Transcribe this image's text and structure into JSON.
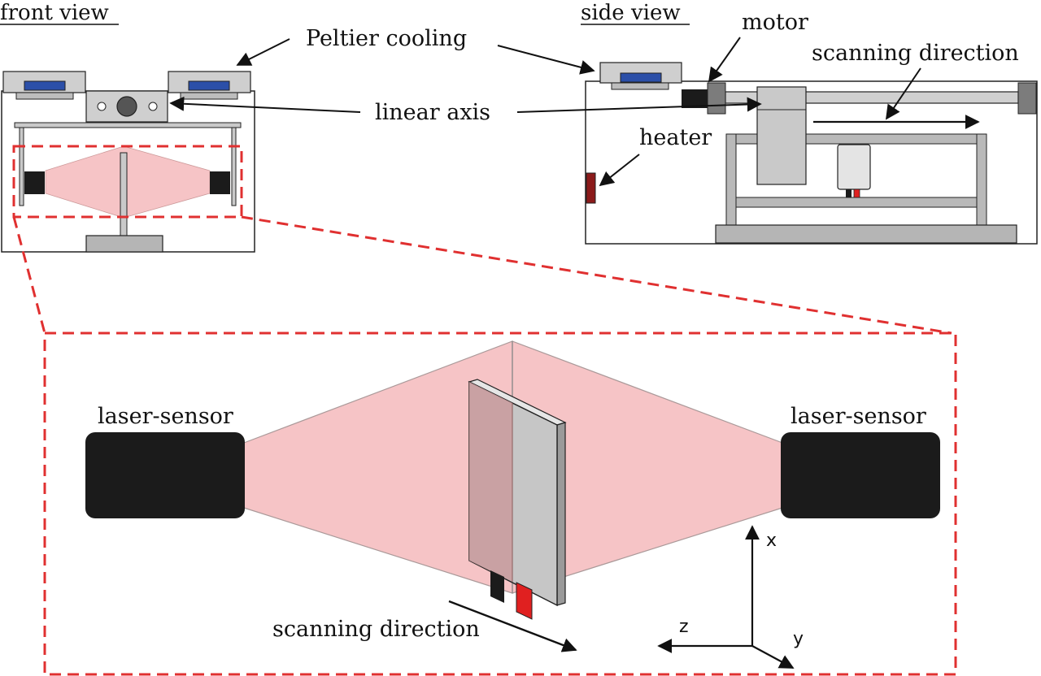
{
  "front_view": {
    "title": "front view"
  },
  "side_view": {
    "title": "side view"
  },
  "labels": {
    "peltier_cooling": "Peltier cooling",
    "motor": "motor",
    "scanning_direction_top": "scanning direction",
    "linear_axis": "linear axis",
    "heater": "heater",
    "laser_sensor_left": "laser-sensor",
    "laser_sensor_right": "laser-sensor",
    "scanning_direction_bottom": "scanning direction"
  },
  "axes": {
    "x": "x",
    "y": "y",
    "z": "z"
  },
  "colors": {
    "outline": "#222222",
    "frame_gray": "#a9a9a9",
    "light_gray": "#c9c9c9",
    "peltier_blue": "#2b4fa8",
    "laser_pink": "#f6c4c6",
    "sensor_black": "#1b1b1b",
    "zoom_red": "#e03030",
    "heater_red": "#8b1a1a",
    "sample_red": "#e02020"
  }
}
